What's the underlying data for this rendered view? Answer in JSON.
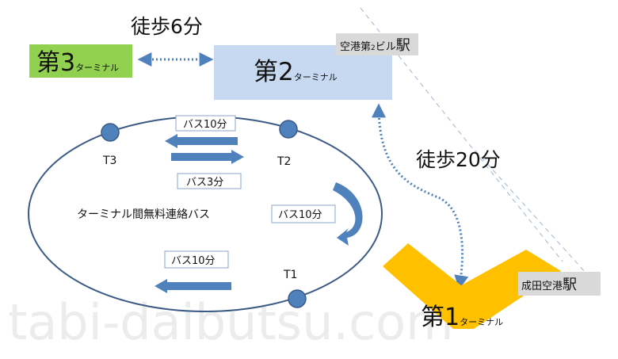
{
  "walk_top": "徒歩6分",
  "walk_right": "徒歩20分",
  "t3": {
    "big": "第3",
    "small": "ターミナル",
    "color": "#92d050"
  },
  "t2": {
    "big": "第2",
    "small": "ターミナル",
    "color": "#c6d9f1"
  },
  "t1": {
    "big": "第1",
    "small": "ターミナル",
    "color": "#ffc000"
  },
  "station_t2": {
    "main": "空港第",
    "num": "2",
    "suffix": "ビル",
    "eki": "駅"
  },
  "station_t1": {
    "main": "成田空港",
    "eki": "駅"
  },
  "loop": {
    "title": "ターミナル間無料連絡バス",
    "nodes": [
      "T3",
      "T2",
      "T1"
    ],
    "bus_t2_t3": "バス10分",
    "bus_t3_t2": "バス3分",
    "bus_t2_t1": "バス10分",
    "bus_t1_t3": "バス10分"
  },
  "watermark": "tabi-daibutsu.com",
  "colors": {
    "node": "#4f81bd",
    "arrow": "#4f81bd",
    "dotted": "#4f81bd",
    "ellipse": "#3b5a86"
  }
}
